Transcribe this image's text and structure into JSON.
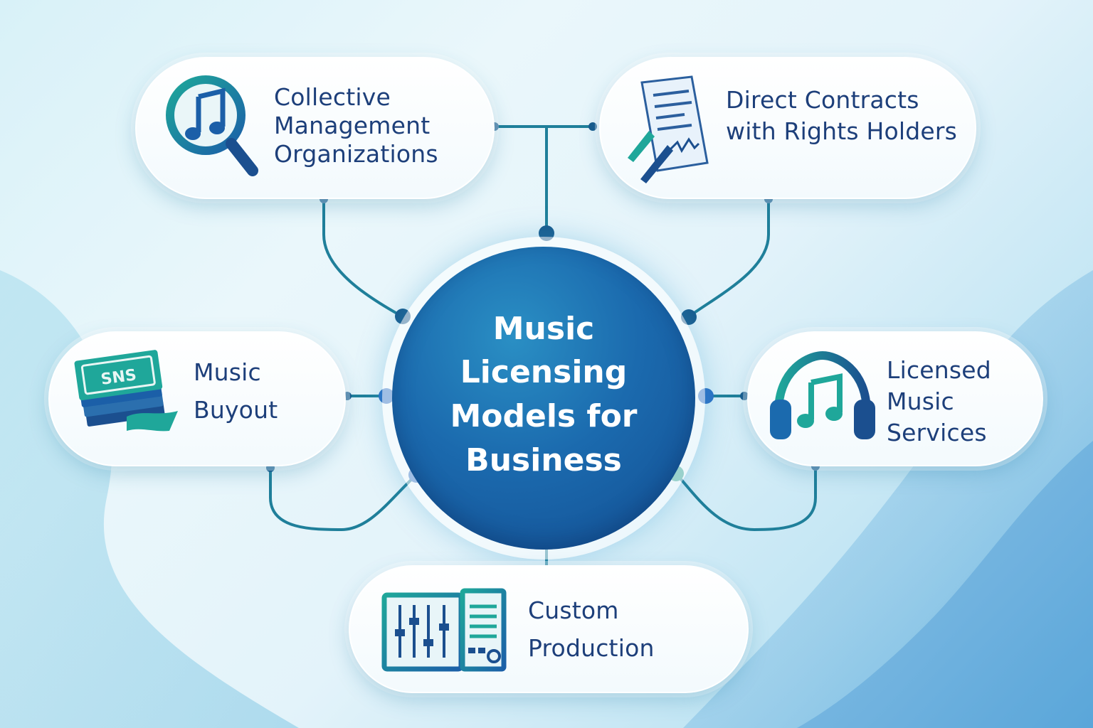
{
  "center": {
    "title_lines": [
      "Music",
      "Licensing",
      "Models for",
      "Business"
    ]
  },
  "nodes": {
    "collective": {
      "lines": [
        "Collective",
        "Management",
        "Organizations"
      ],
      "icon": "music-search-icon"
    },
    "direct": {
      "lines": [
        "Direct Contracts",
        "with Rights Holders"
      ],
      "icon": "contract-signature-icon"
    },
    "buyout": {
      "lines": [
        "Music",
        "Buyout"
      ],
      "icon": "money-stack-icon"
    },
    "licensed": {
      "lines": [
        "Licensed",
        "Music",
        "Services"
      ],
      "icon": "headphones-music-icon"
    },
    "custom": {
      "lines": [
        "Custom",
        "Production"
      ],
      "icon": "mixing-console-icon"
    }
  },
  "colors": {
    "text": "#1d3f7a",
    "center": "#1b6aae",
    "connector": "#1f7f9a",
    "dot_dark": "#175a8c",
    "dot_blue": "#2a6fc4",
    "dot_teal": "#1d9a8e"
  }
}
